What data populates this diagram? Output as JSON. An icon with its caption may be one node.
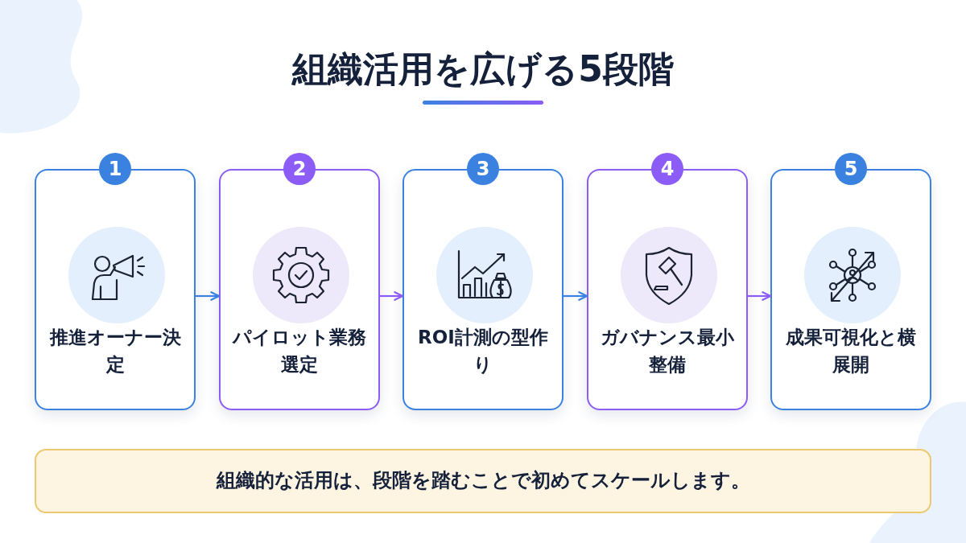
{
  "diagram": {
    "title": "組織活用を広げる5段階",
    "nodes": [
      {
        "text": [
          "1",
          "推進オーナー決定"
        ]
      },
      {
        "text": [
          "2",
          "パイロット業務選定"
        ]
      },
      {
        "text": [
          "3",
          "ROI計測の型作り"
        ]
      },
      {
        "text": [
          "4",
          "ガバナンス最小整備"
        ]
      },
      {
        "text": [
          "5",
          "成果可視化と横展開"
        ]
      },
      {
        "text": [
          "組織的な活用は、段階を踏むことで初めてスケールします。"
        ]
      }
    ],
    "edges": [
      {
        "from": 0,
        "to": 1,
        "arrow": "to"
      },
      {
        "from": 1,
        "to": 2,
        "arrow": "to",
        "color": "#8b5cf6"
      },
      {
        "from": 2,
        "to": 3,
        "arrow": "to"
      },
      {
        "from": 3,
        "to": 4,
        "arrow": "to",
        "color": "#8b5cf6"
      }
    ]
  }
}
